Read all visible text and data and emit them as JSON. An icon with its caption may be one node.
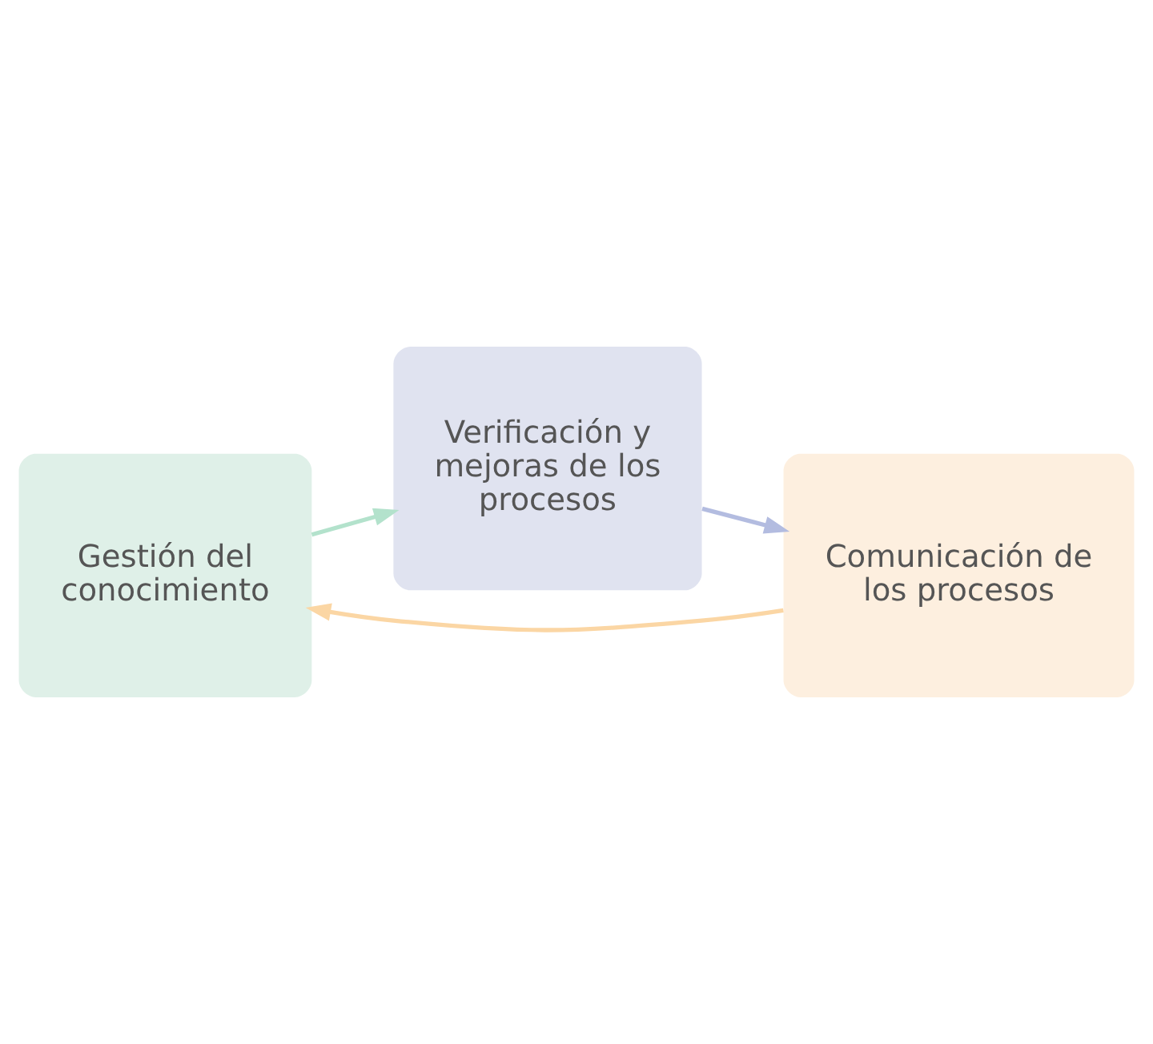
{
  "diagram": {
    "nodes": [
      {
        "text": [
          "Gestión del conocimiento"
        ]
      },
      {
        "text": [
          "Comunicación de los procesos"
        ]
      },
      {
        "text": [
          "Verificación y mejoras de los procesos"
        ]
      }
    ],
    "edges": [
      {
        "from": 1,
        "to": 0,
        "arrow": "to",
        "color": "#fbd6a4"
      },
      {
        "from": 0,
        "to": 2,
        "arrow": "to",
        "color": "#b3e2cc"
      },
      {
        "from": 2,
        "to": 1,
        "arrow": "to",
        "color": "#b3bce0"
      }
    ]
  }
}
